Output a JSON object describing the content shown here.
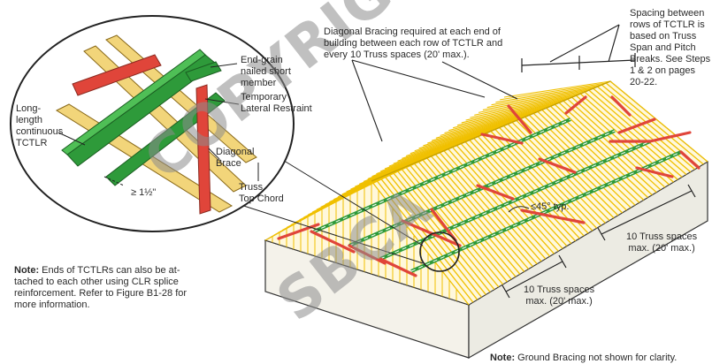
{
  "labels": {
    "diagonal_bracing": "Diagonal Bracing required at each end of\nbuilding between each row of TCTLR and\nevery 10 Truss spaces (20' max.).",
    "spacing_between_rows": "Spacing between\nrows of TCTLR is\nbased on Truss\nSpan and Pitch\nBreaks. See Steps\n1 & 2 on pages\n20-22.",
    "end_grain": "End-grain\nnailed short\nmember",
    "temporary_lateral_restraint": "Temporary\nLateral Restraint",
    "long_length_tctlr": "Long-\nlength\ncontinuous\nTCTLR",
    "diagonal_brace": "Diagonal\nBrace",
    "truss_top_chord": "Truss\nTop Chord",
    "min_overlap": "≥ 1½\"",
    "angle": "≤45° typ.",
    "truss_spaces_right": "10 Truss spaces\nmax. (20' max.)",
    "truss_spaces_bottom": "10 Truss spaces\nmax. (20' max.)"
  },
  "notes": {
    "left_label": "Note:",
    "left_text": " Ends of TCTLRs can also be at-\ntached to each other using CLR splice\nreinforcement. Refer to Figure B1-28 for\nmore information.",
    "bottom_label": "Note:",
    "bottom_text": " Ground Bracing not shown for clarity."
  },
  "watermark": {
    "line1": "COPYRIGHT",
    "line2": "SBCA"
  },
  "colors": {
    "truss_yellow": "#f0c000",
    "chord_wood": "#f2d57a",
    "restraint_green": "#2e9a3a",
    "brace_red": "#e0453a",
    "building_side": "#f3f1ea",
    "outline": "#333333"
  }
}
